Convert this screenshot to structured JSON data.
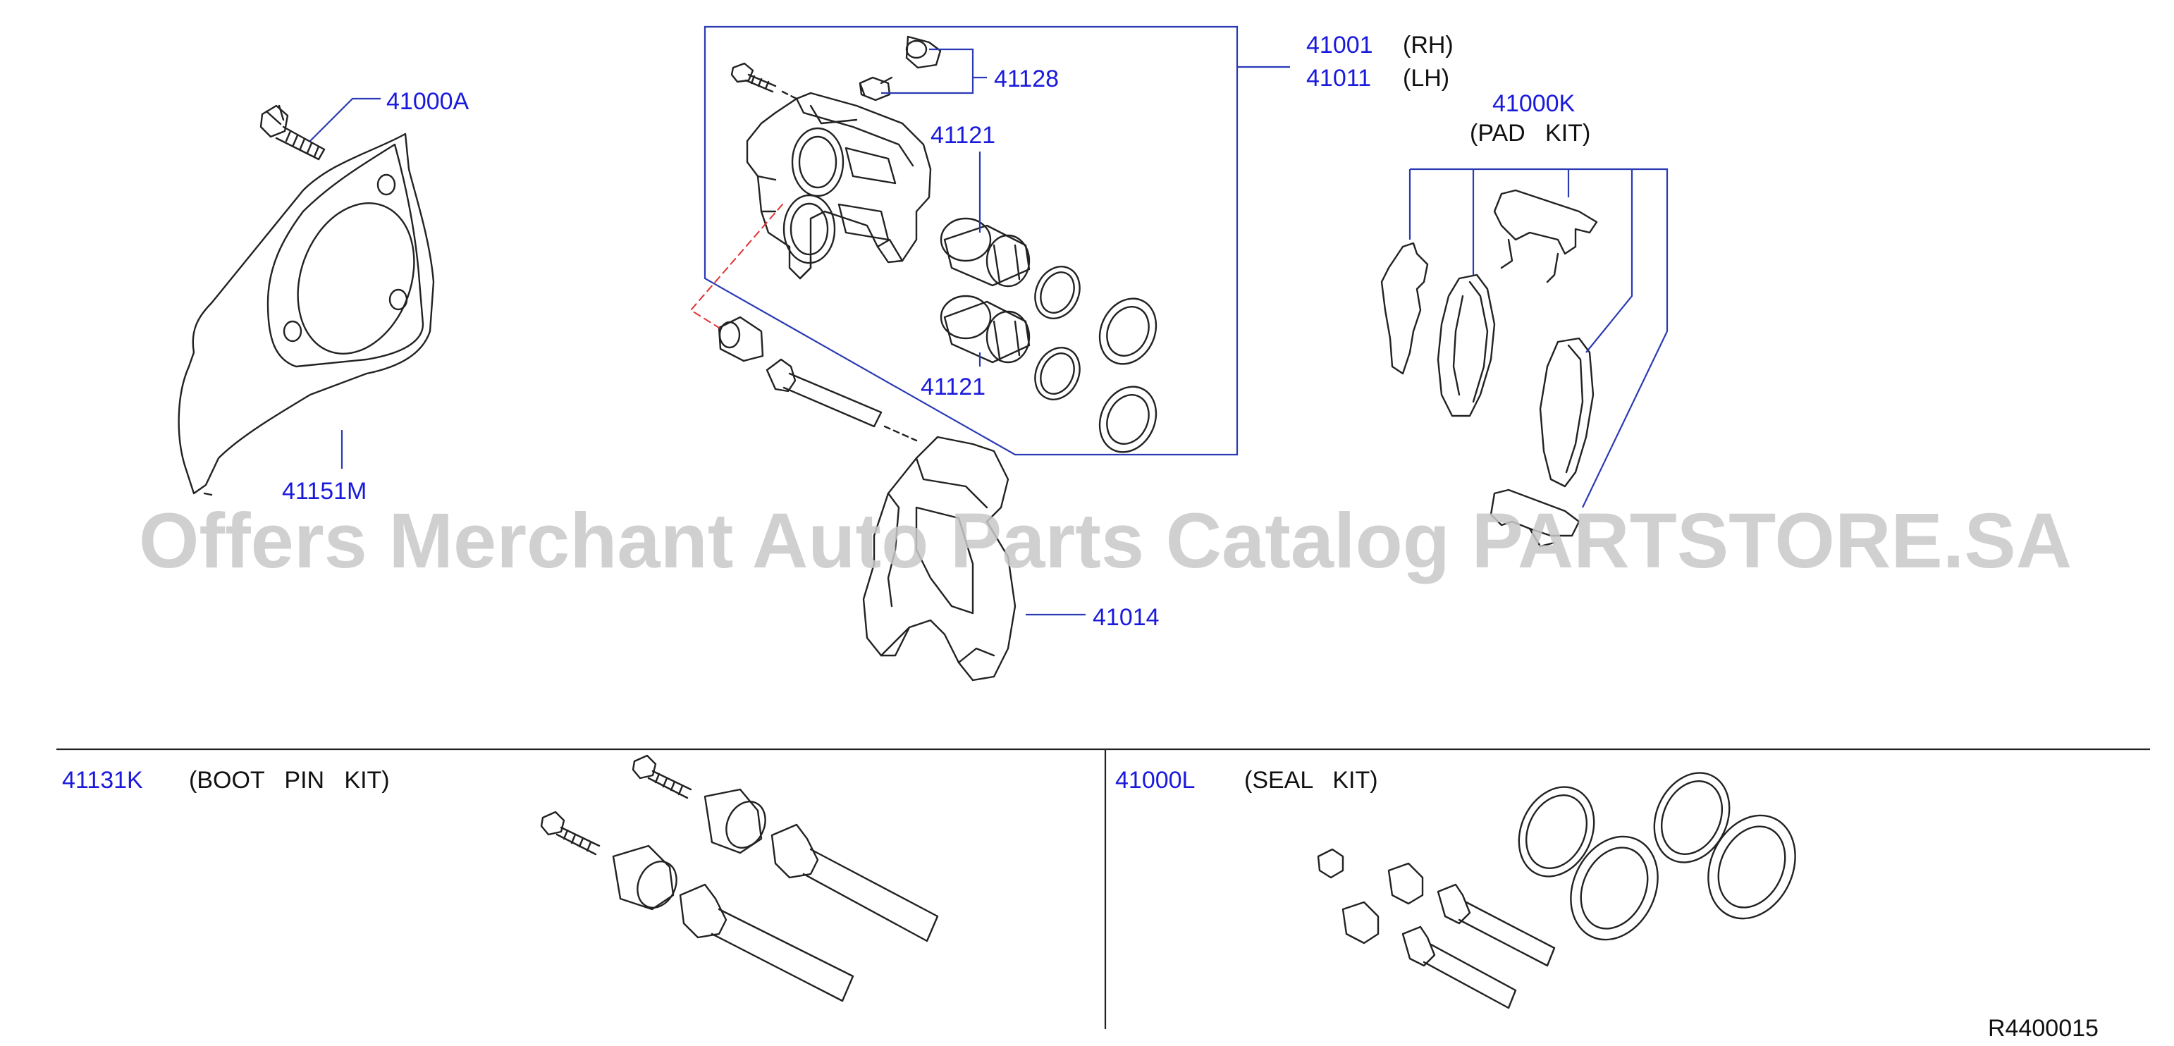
{
  "callouts": {
    "c41001": "41001",
    "c41001_side": "(RH)",
    "c41011": "41011",
    "c41011_side": "(LH)",
    "c41128": "41128",
    "c41121_top": "41121",
    "c41121_bottom": "41121",
    "c41000A": "41000A",
    "c41151M": "41151M",
    "c41014": "41014",
    "c41000K": "41000K",
    "c41000K_desc": "(PAD   KIT)"
  },
  "kits": {
    "boot_pin": {
      "code": "41131K",
      "desc": "(BOOT   PIN   KIT)"
    },
    "seal": {
      "code": "41000L",
      "desc": "(SEAL   KIT)"
    }
  },
  "watermark": "Offers Merchant Auto Parts Catalog PARTSTORE.SA",
  "figure_id": "R4400015",
  "colors": {
    "callout": "#1a1adc",
    "line": "#2a3ab4",
    "drawing": "#222222",
    "watermark": "#c8c8c8",
    "dashed": "#e03030"
  }
}
